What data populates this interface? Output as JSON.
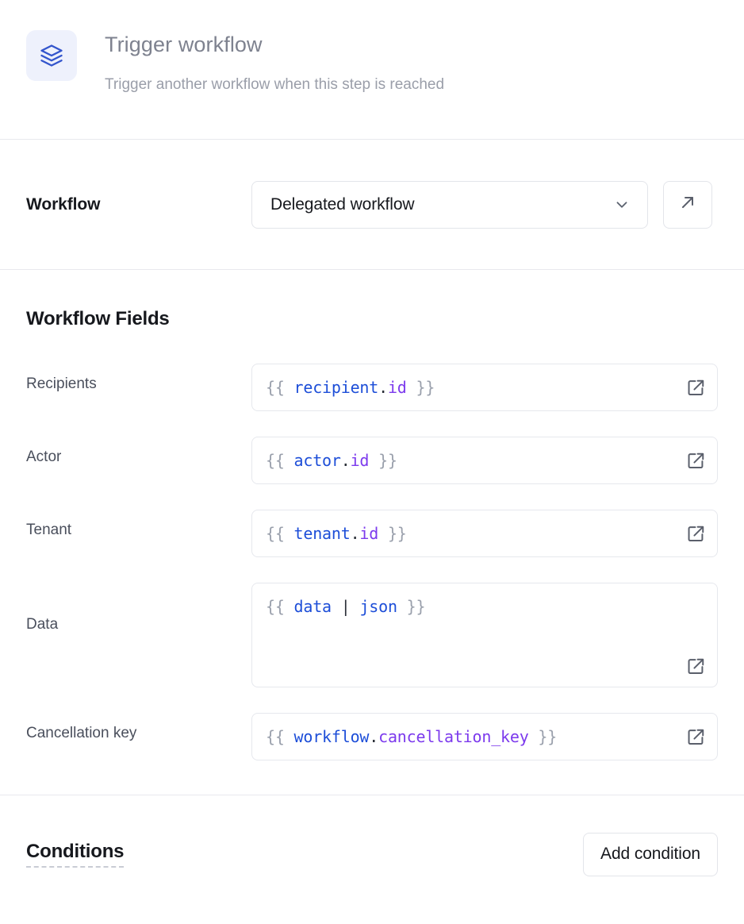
{
  "header": {
    "icon": "layers-icon",
    "title": "Trigger workflow",
    "subtitle": "Trigger another workflow when this step is reached",
    "icon_color": "#3355cc",
    "icon_bg": "#eef1fc"
  },
  "workflow_row": {
    "label": "Workflow",
    "selected_option": "Delegated workflow",
    "dropdown_icon": "chevron-down-icon",
    "launch_icon": "arrow-up-right-icon"
  },
  "fields_section": {
    "heading": "Workflow Fields",
    "fields": [
      {
        "label": "Recipients",
        "multiline": false,
        "value": "{{ recipient.id }}",
        "tokens": [
          {
            "t": "{{ ",
            "k": "brace"
          },
          {
            "t": "recipient",
            "k": "obj"
          },
          {
            "t": ".",
            "k": "dot"
          },
          {
            "t": "id",
            "k": "prop"
          },
          {
            "t": " }}",
            "k": "brace"
          }
        ],
        "action_icon": "external-link-icon"
      },
      {
        "label": "Actor",
        "multiline": false,
        "value": "{{ actor.id }}",
        "tokens": [
          {
            "t": "{{ ",
            "k": "brace"
          },
          {
            "t": "actor",
            "k": "obj"
          },
          {
            "t": ".",
            "k": "dot"
          },
          {
            "t": "id",
            "k": "prop"
          },
          {
            "t": " }}",
            "k": "brace"
          }
        ],
        "action_icon": "external-link-icon"
      },
      {
        "label": "Tenant",
        "multiline": false,
        "value": "{{ tenant.id }}",
        "tokens": [
          {
            "t": "{{ ",
            "k": "brace"
          },
          {
            "t": "tenant",
            "k": "obj"
          },
          {
            "t": ".",
            "k": "dot"
          },
          {
            "t": "id",
            "k": "prop"
          },
          {
            "t": " }}",
            "k": "brace"
          }
        ],
        "action_icon": "external-link-icon"
      },
      {
        "label": "Data",
        "multiline": true,
        "value": "{{ data | json }}",
        "tokens": [
          {
            "t": "{{ ",
            "k": "brace"
          },
          {
            "t": "data",
            "k": "obj"
          },
          {
            "t": " ",
            "k": "dot"
          },
          {
            "t": "|",
            "k": "pipe"
          },
          {
            "t": " ",
            "k": "dot"
          },
          {
            "t": "json",
            "k": "filter"
          },
          {
            "t": " }}",
            "k": "brace"
          }
        ],
        "action_icon": "external-link-icon"
      },
      {
        "label": "Cancellation key",
        "multiline": false,
        "value": "{{ workflow.cancellation_key }}",
        "tokens": [
          {
            "t": "{{ ",
            "k": "brace"
          },
          {
            "t": "workflow",
            "k": "obj"
          },
          {
            "t": ".",
            "k": "dot"
          },
          {
            "t": "cancellation_key",
            "k": "prop"
          },
          {
            "t": " }}",
            "k": "brace"
          }
        ],
        "action_icon": "external-link-icon"
      }
    ]
  },
  "conditions_section": {
    "title": "Conditions",
    "add_button_label": "Add condition"
  },
  "colors": {
    "accent_blue": "#1d4ed8",
    "accent_purple": "#7c3aed",
    "border": "#e3e5ea",
    "divider": "#e8e9ee",
    "title_gray": "#7e828f"
  }
}
